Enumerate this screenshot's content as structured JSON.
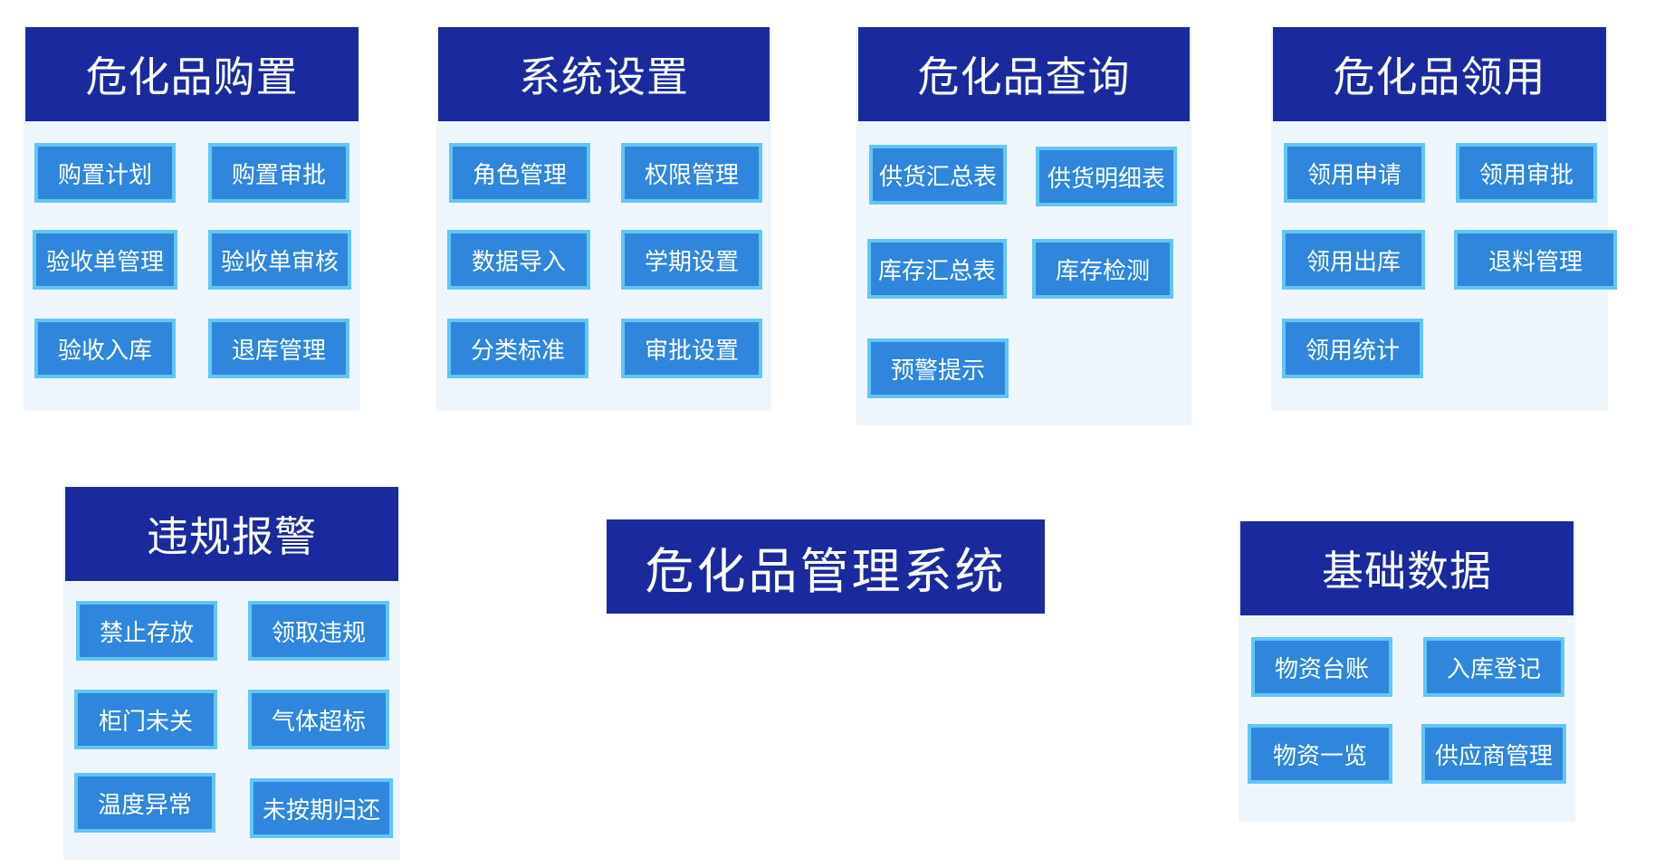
{
  "center_title": "危化品管理系统",
  "colors": {
    "header_bg": "#1a2a9e",
    "item_bg": "#2f86dc",
    "item_border": "#62c6f2",
    "panel_bg": "#eef6fc"
  },
  "modules": [
    {
      "title": "危化品购置",
      "items": [
        "购置计划",
        "购置审批",
        "验收单管理",
        "验收单审核",
        "验收入库",
        "退库管理"
      ]
    },
    {
      "title": "系统设置",
      "items": [
        "角色管理",
        "权限管理",
        "数据导入",
        "学期设置",
        "分类标准",
        "审批设置"
      ]
    },
    {
      "title": "危化品查询",
      "items": [
        "供货汇总表",
        "供货明细表",
        "库存汇总表",
        "库存检测",
        "预警提示"
      ]
    },
    {
      "title": "危化品领用",
      "items": [
        "领用申请",
        "领用审批",
        "领用出库",
        "退料管理",
        "领用统计"
      ]
    },
    {
      "title": "违规报警",
      "items": [
        "禁止存放",
        "领取违规",
        "柜门未关",
        "气体超标",
        "温度异常",
        "未按期归还"
      ]
    },
    {
      "title": "基础数据",
      "items": [
        "物资台账",
        "入库登记",
        "物资一览",
        "供应商管理"
      ]
    }
  ]
}
